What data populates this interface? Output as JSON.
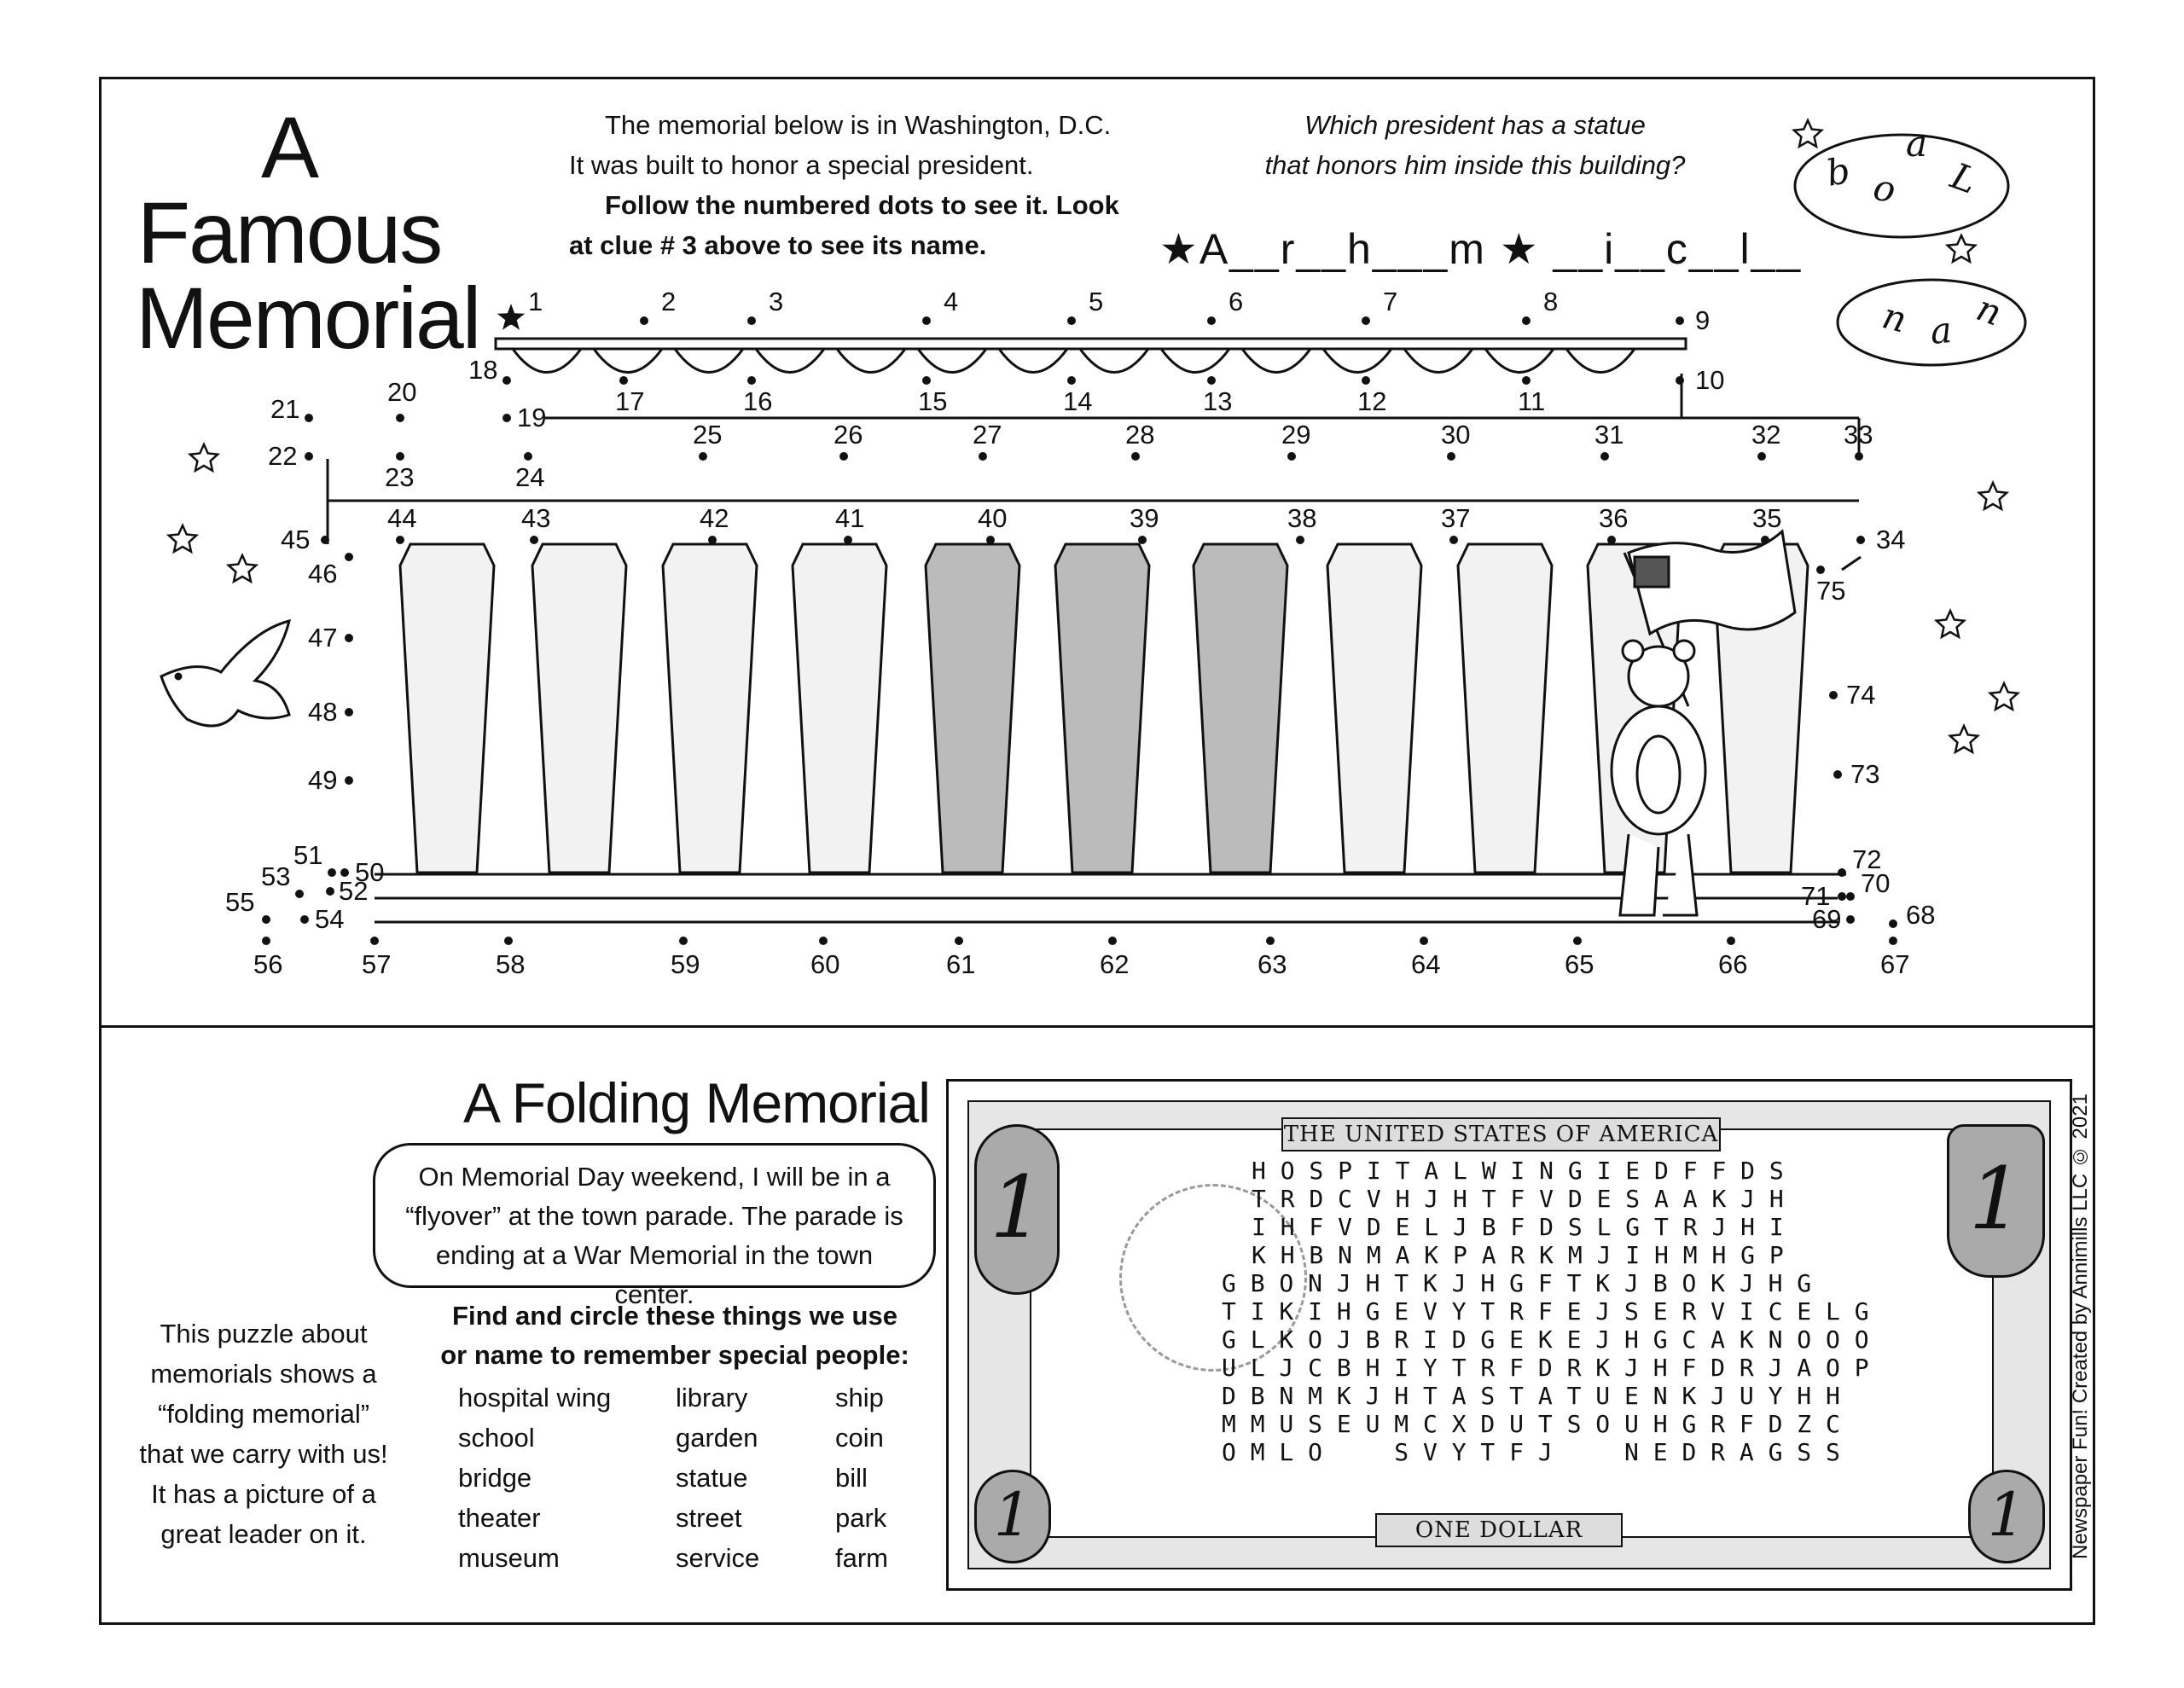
{
  "top": {
    "title_line1": "A Famous",
    "title_line2": "Memorial",
    "intro": {
      "line1": "The memorial below is in Washington, D.C.",
      "line2": "It was built to honor a special president.",
      "line3": "Follow the numbered dots to see it. Look",
      "line4": "at clue # 3 above to see its name."
    },
    "question": {
      "line1": "Which president has a statue",
      "line2": "that honors him inside this building?"
    },
    "scramble_top": [
      "b",
      "o",
      "a",
      "L"
    ],
    "scramble_bottom": [
      "n",
      "a",
      "n"
    ],
    "answer": "★A__r__h___m ★ __i__c__l__",
    "dots": [
      {
        "n": "1"
      },
      {
        "n": "2"
      },
      {
        "n": "3"
      },
      {
        "n": "4"
      },
      {
        "n": "5"
      },
      {
        "n": "6"
      },
      {
        "n": "7"
      },
      {
        "n": "8"
      },
      {
        "n": "9"
      },
      {
        "n": "10"
      },
      {
        "n": "11"
      },
      {
        "n": "12"
      },
      {
        "n": "13"
      },
      {
        "n": "14"
      },
      {
        "n": "15"
      },
      {
        "n": "16"
      },
      {
        "n": "17"
      },
      {
        "n": "18"
      },
      {
        "n": "19"
      },
      {
        "n": "20"
      },
      {
        "n": "21"
      },
      {
        "n": "22"
      },
      {
        "n": "23"
      },
      {
        "n": "24"
      },
      {
        "n": "25"
      },
      {
        "n": "26"
      },
      {
        "n": "27"
      },
      {
        "n": "28"
      },
      {
        "n": "29"
      },
      {
        "n": "30"
      },
      {
        "n": "31"
      },
      {
        "n": "32"
      },
      {
        "n": "33"
      },
      {
        "n": "34"
      },
      {
        "n": "35"
      },
      {
        "n": "36"
      },
      {
        "n": "37"
      },
      {
        "n": "38"
      },
      {
        "n": "39"
      },
      {
        "n": "40"
      },
      {
        "n": "41"
      },
      {
        "n": "42"
      },
      {
        "n": "43"
      },
      {
        "n": "44"
      },
      {
        "n": "45"
      },
      {
        "n": "46"
      },
      {
        "n": "47"
      },
      {
        "n": "48"
      },
      {
        "n": "49"
      },
      {
        "n": "50"
      },
      {
        "n": "51"
      },
      {
        "n": "52"
      },
      {
        "n": "53"
      },
      {
        "n": "54"
      },
      {
        "n": "55"
      },
      {
        "n": "56"
      },
      {
        "n": "57"
      },
      {
        "n": "58"
      },
      {
        "n": "59"
      },
      {
        "n": "60"
      },
      {
        "n": "61"
      },
      {
        "n": "62"
      },
      {
        "n": "63"
      },
      {
        "n": "64"
      },
      {
        "n": "65"
      },
      {
        "n": "66"
      },
      {
        "n": "67"
      },
      {
        "n": "68"
      },
      {
        "n": "69"
      },
      {
        "n": "70"
      },
      {
        "n": "71"
      },
      {
        "n": "72"
      },
      {
        "n": "73"
      },
      {
        "n": "74"
      },
      {
        "n": "75"
      }
    ]
  },
  "bottom": {
    "subtitle": "A Folding Memorial",
    "speech": {
      "line1": "On Memorial Day weekend, I will be in a",
      "line2": "“flyover” at the town parade. The parade is",
      "line3": "ending at a War Memorial in the town center."
    },
    "side": {
      "line1": "This puzzle about",
      "line2": "memorials shows a",
      "line3": "“folding memorial”",
      "line4": "that we carry with us!",
      "line5": "It has a picture of a",
      "line6": "great leader on it."
    },
    "find_heading": {
      "line1": "Find and circle these things we use",
      "line2": "or name to remember special people:"
    },
    "words_col1": [
      "hospital wing",
      "school",
      "bridge",
      "theater",
      "museum"
    ],
    "words_col2": [
      "library",
      "garden",
      "statue",
      "street",
      "service"
    ],
    "words_col3": [
      "ship",
      "coin",
      "bill",
      "park",
      "farm"
    ],
    "bill_top": "THE UNITED STATES OF AMERICA",
    "bill_bottom": "ONE DOLLAR",
    "bill_numeral": "1",
    "grid": [
      "H O S P I T A L W I N G I E D F F D S",
      "T R D C V H J H T F V D E S A A K J H",
      "I H F V D E L J B F D S L G T R J H I",
      "K H B N M A K P A R K M J I H M H G P",
      "G B O N J H T K J H G F T K J B O K J H G",
      "T I K I H G E V Y T R F E J S E R V I C E L G",
      "G L K O J B R I D G E K E J H G C A K N O O O",
      "U L J C B H I Y T R F D R K J H F D R J A O P",
      "D B N M K J H T A S T A T U E N K J U Y H H",
      "M M U S E U M C X D U T S O U H G R F D Z C",
      "O M L O     S V Y T F J     N E D R A G S S"
    ],
    "credit": "Newspaper Fun! Created by Annimills LLC © 2021"
  }
}
